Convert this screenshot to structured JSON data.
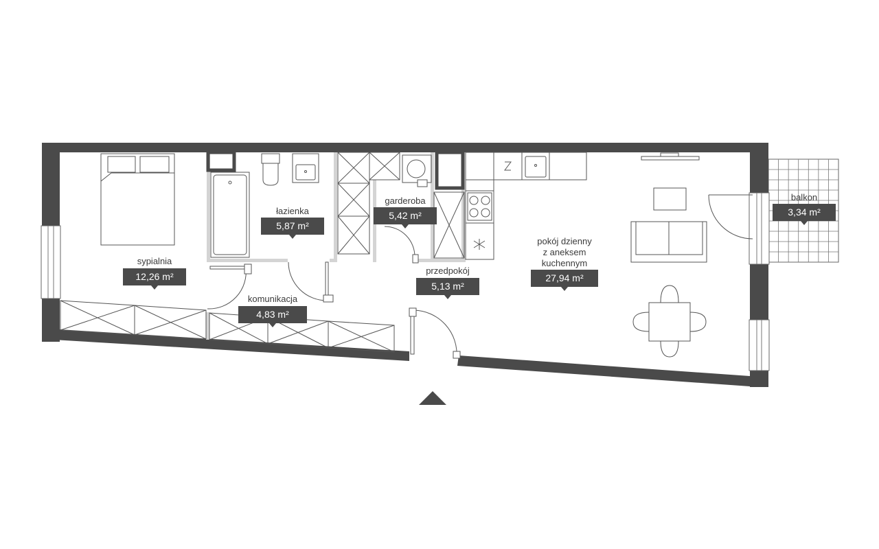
{
  "colors": {
    "wall": "#4a4a4a",
    "inner_wall": "#d4d4d4",
    "furniture": "#555555",
    "label_bg": "#4a4a4a",
    "label_text": "#ffffff"
  },
  "rooms": [
    {
      "id": "sypialnia",
      "name_lines": [
        "sypialnia"
      ],
      "area": "12,26 m²"
    },
    {
      "id": "lazienka",
      "name_lines": [
        "łazienka"
      ],
      "area": "5,87 m²"
    },
    {
      "id": "garderoba",
      "name_lines": [
        "garderoba"
      ],
      "area": "5,42 m²"
    },
    {
      "id": "komunikacja",
      "name_lines": [
        "komunikacja"
      ],
      "area": "4,83 m²"
    },
    {
      "id": "przedpokoj",
      "name_lines": [
        "przedpokój"
      ],
      "area": "5,13 m²"
    },
    {
      "id": "pokoj-dzienny",
      "name_lines": [
        "pokój dzienny",
        "z aneksem",
        "kuchennym"
      ],
      "area": "27,94 m²"
    },
    {
      "id": "balkon",
      "name_lines": [
        "balkon"
      ],
      "area": "3,34 m²"
    }
  ],
  "icons": {
    "entrance": "entrance-arrow-icon"
  }
}
